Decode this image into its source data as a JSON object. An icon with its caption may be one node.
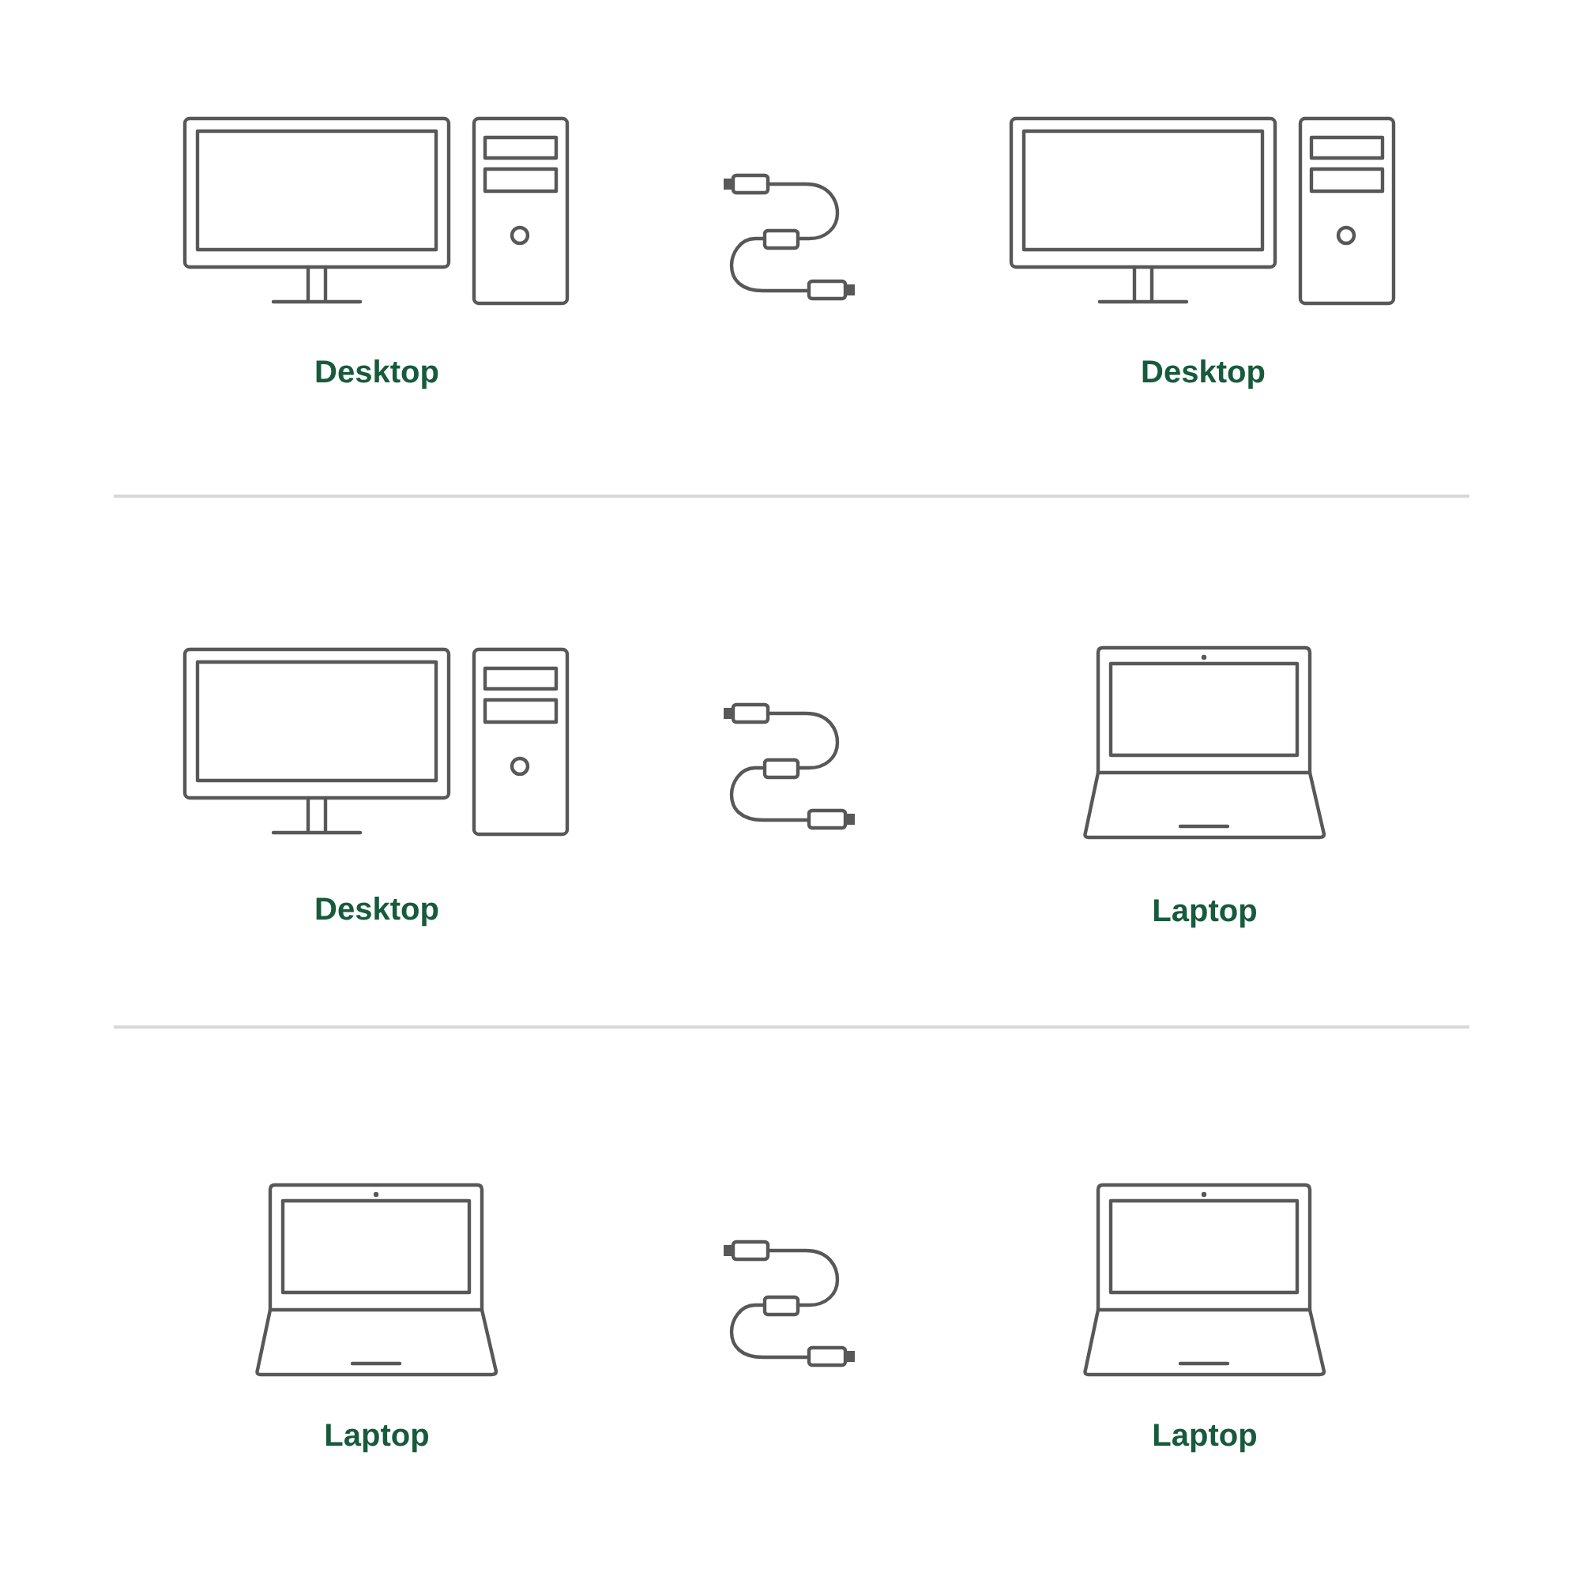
{
  "diagram": {
    "nodes": [
      {
        "text": [
          "Desktop"
        ]
      },
      {
        "text": [],
        "shape": "picture"
      },
      {
        "text": [
          "Desktop"
        ]
      },
      {
        "text": [
          "Desktop"
        ]
      },
      {
        "text": [],
        "shape": "picture"
      },
      {
        "text": [
          "Laptop"
        ]
      },
      {
        "text": [
          "Laptop"
        ]
      },
      {
        "text": [],
        "shape": "picture"
      },
      {
        "text": [
          "Laptop"
        ]
      }
    ]
  }
}
